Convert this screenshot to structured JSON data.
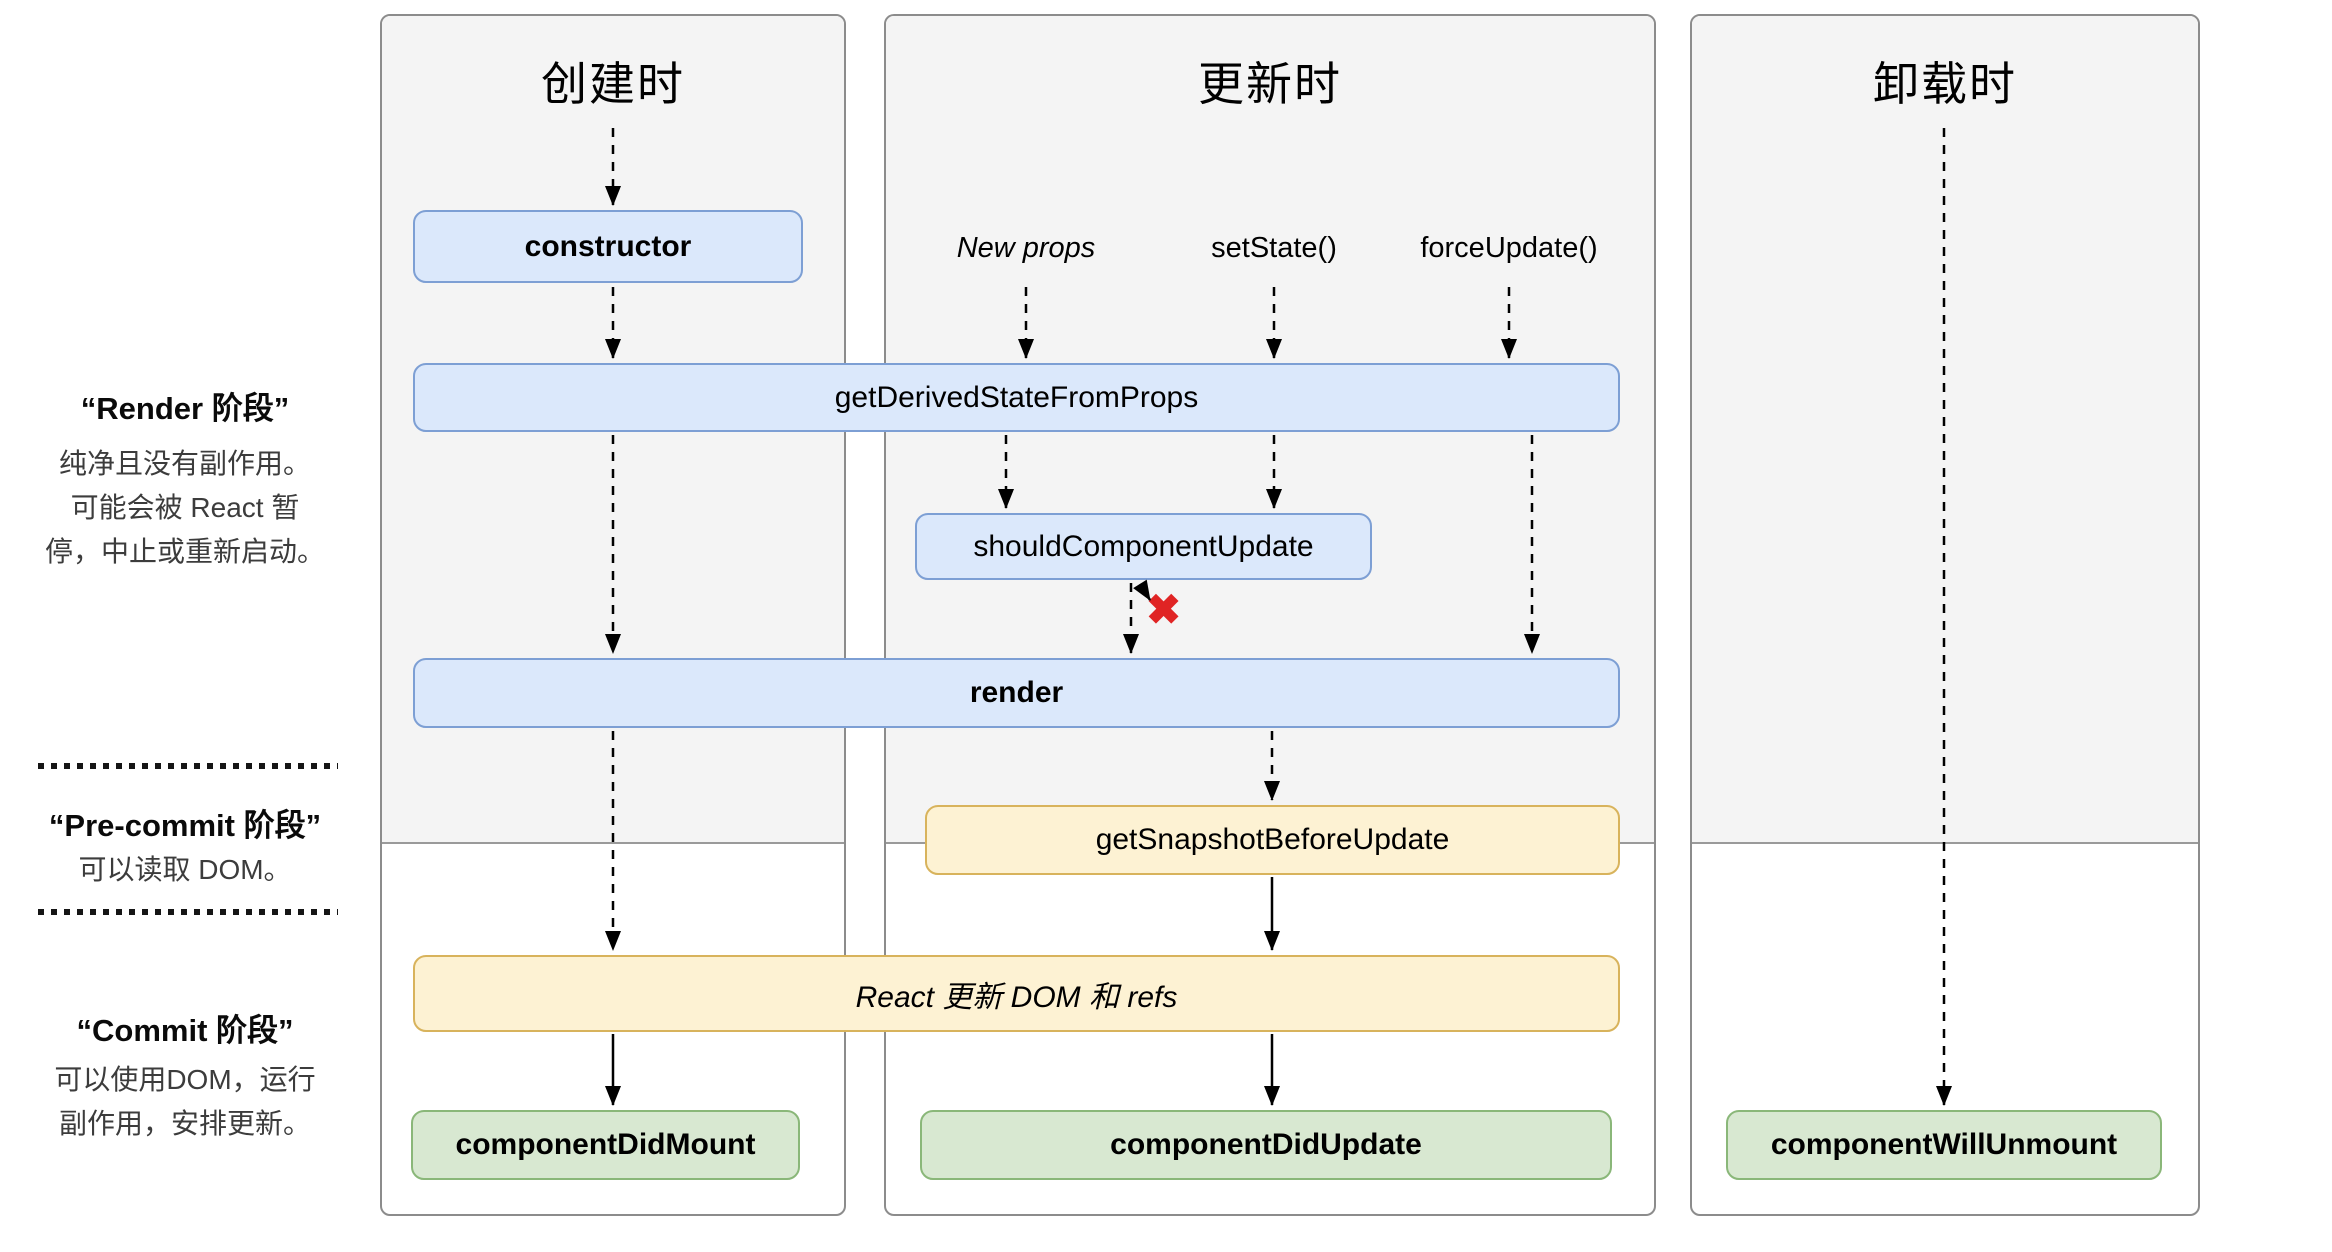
{
  "columns": {
    "mounting": {
      "title": "创建时"
    },
    "updating": {
      "title": "更新时",
      "triggers": {
        "new_props": "New props",
        "set_state": "setState()",
        "force_update": "forceUpdate()"
      }
    },
    "unmounting": {
      "title": "卸载时"
    }
  },
  "phases": {
    "render": {
      "title": "“Render 阶段”",
      "lines": [
        "纯净且没有副作用。",
        "可能会被 React 暂",
        "停，中止或重新启动。"
      ]
    },
    "pre_commit": {
      "title": "“Pre-commit 阶段”",
      "lines": [
        "可以读取 DOM。"
      ]
    },
    "commit": {
      "title": "“Commit 阶段”",
      "lines": [
        "可以使用DOM，运行",
        "副作用，安排更新。"
      ]
    }
  },
  "nodes": {
    "constructor": "constructor",
    "get_derived_state_from_props": "getDerivedStateFromProps",
    "should_component_update": "shouldComponentUpdate",
    "render": "render",
    "get_snapshot_before_update": "getSnapshotBeforeUpdate",
    "react_updates": "React 更新 DOM 和 refs",
    "component_did_mount": "componentDidMount",
    "component_did_update": "componentDidUpdate",
    "component_will_unmount": "componentWillUnmount"
  },
  "icons": {
    "reject_x": "✖"
  },
  "colors": {
    "blue_fill": "#dbe8fb",
    "blue_border": "#7d9fd4",
    "yellow_fill": "#fdf2d3",
    "yellow_border": "#d8b35c",
    "green_fill": "#d8e8d1",
    "green_border": "#8ab779",
    "column_bg": "#f4f4f4",
    "column_border": "#8c8c8c",
    "reject_x_color": "#e02424",
    "arrow_color": "#000000"
  }
}
